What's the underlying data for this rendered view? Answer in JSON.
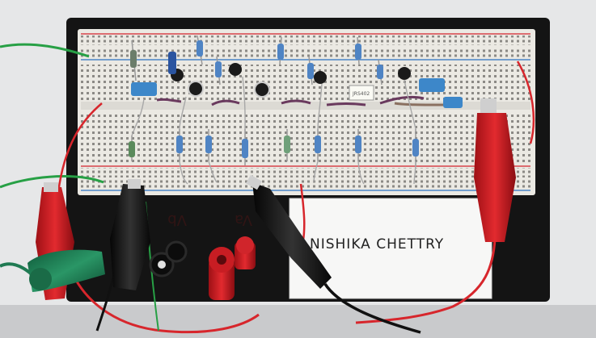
{
  "photo": {
    "name_card_text": "NISHIKA  CHETTRY",
    "terminal_labels": [
      "Vb",
      "Va"
    ],
    "chip_label": "JRS402",
    "colors": {
      "table": "#e6e7e8",
      "board_base": "#141414",
      "breadboard": "#e9e7e2",
      "rail_red": "#d8434a",
      "rail_blue": "#4a86c8",
      "clip_red": "#d81e24",
      "clip_black": "#151515",
      "clip_green": "#1f7a52",
      "wire_red": "#d7262c",
      "wire_green": "#27a045"
    },
    "icons": [
      "alligator-clip-icon",
      "banana-jack-icon",
      "resistor-icon",
      "transistor-icon",
      "capacitor-icon"
    ]
  }
}
